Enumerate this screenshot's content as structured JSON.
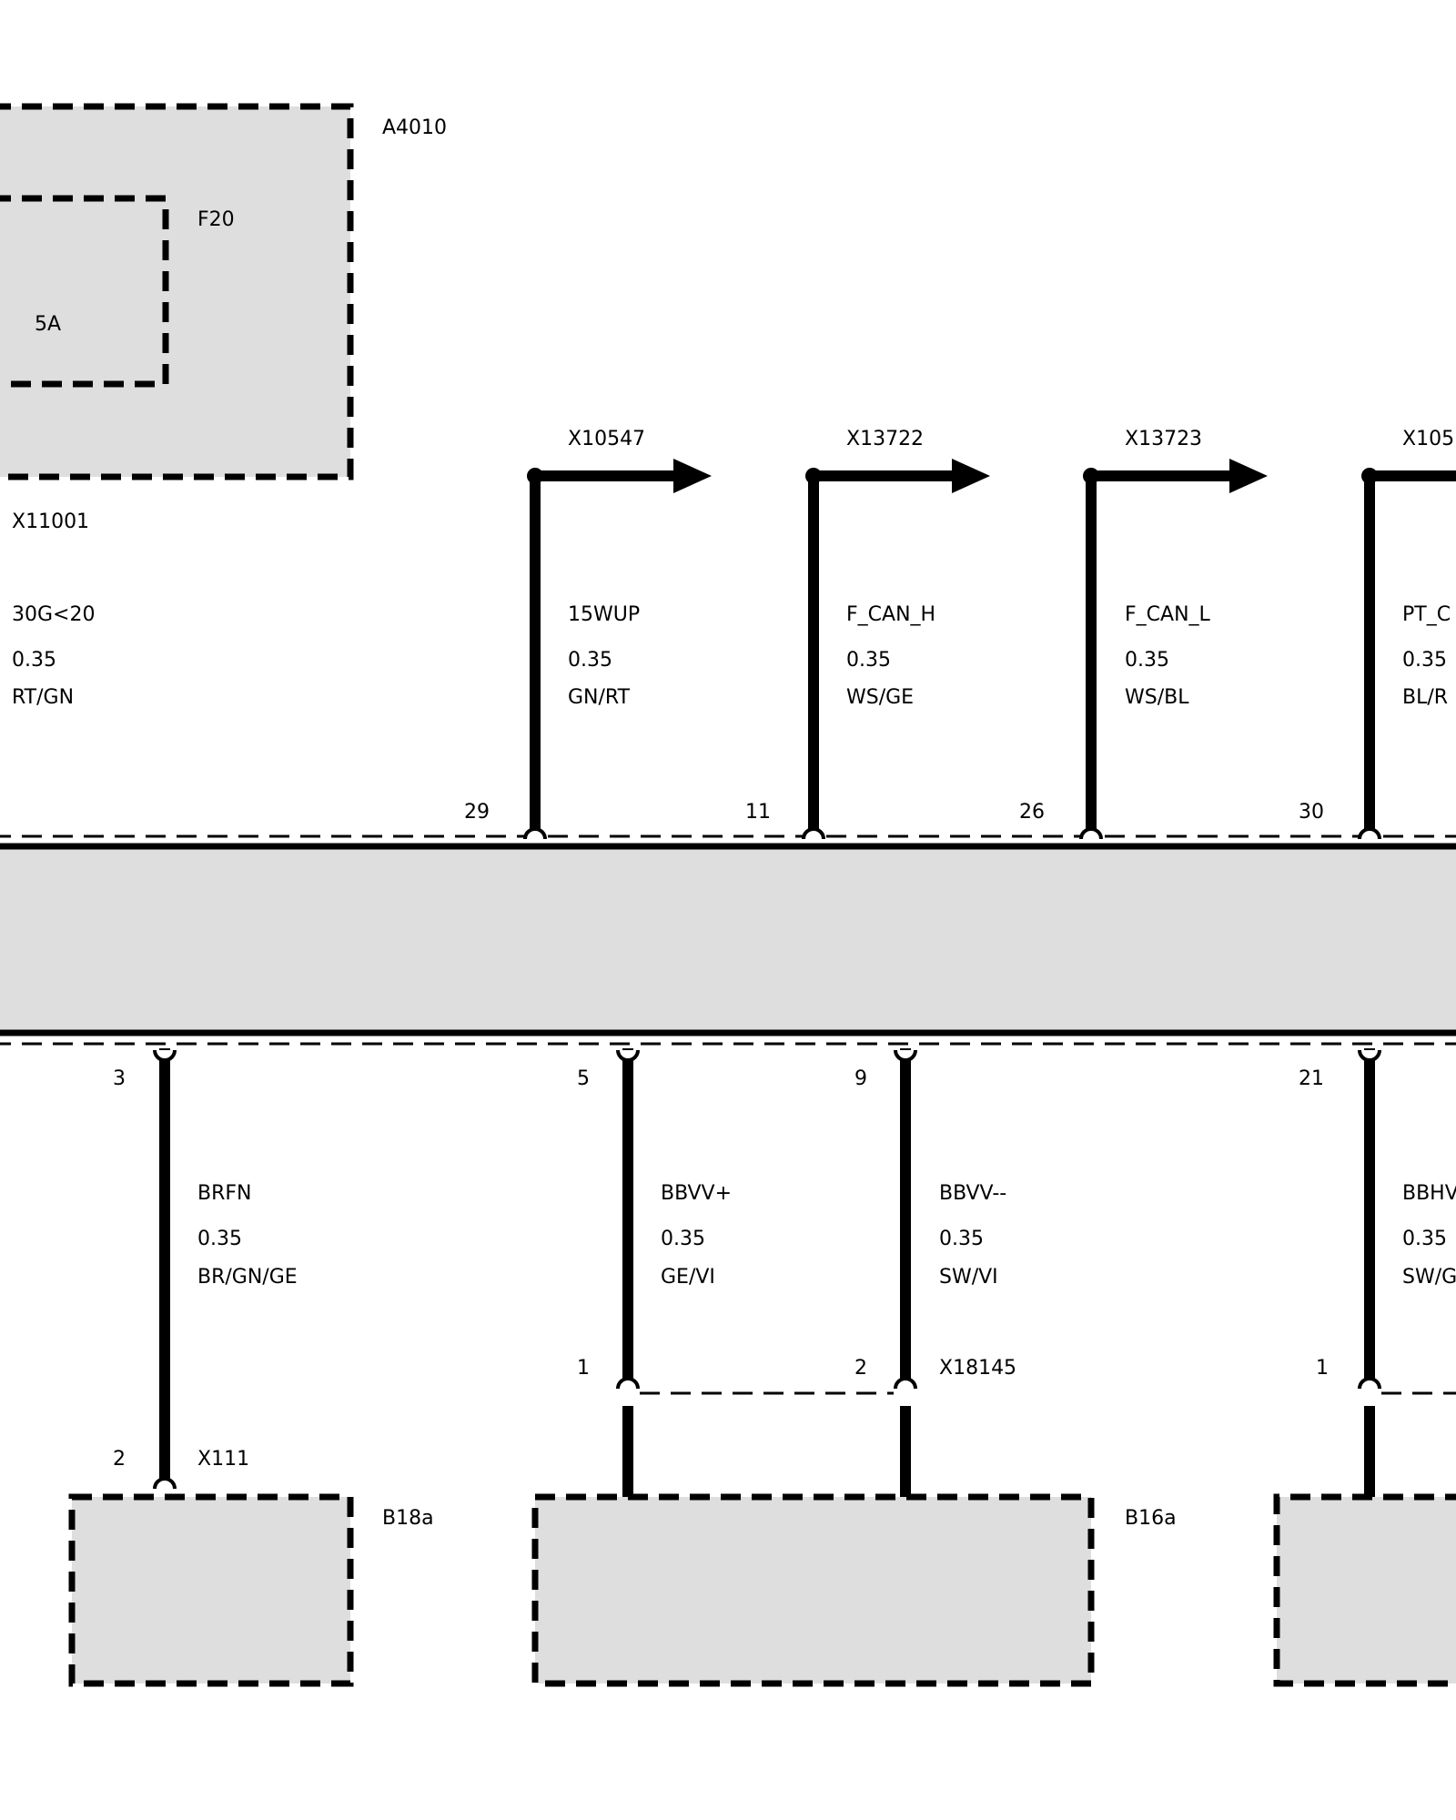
{
  "colors": {
    "line": "#000000",
    "box_fill": "#dedede",
    "background": "#ffffff"
  },
  "module": {
    "label": "A4010",
    "fuse": {
      "label": "F20",
      "rating": "5A"
    }
  },
  "top_wires": [
    {
      "id": "x11001",
      "connector": "X11001",
      "signal": "30G<20",
      "gauge": "0.35",
      "color_code": "RT/GN"
    },
    {
      "id": "x10547",
      "connector": "X10547",
      "signal": "15WUP",
      "gauge": "0.35",
      "color_code": "GN/RT",
      "pin": "29"
    },
    {
      "id": "x13722",
      "connector": "X13722",
      "signal": "F_CAN_H",
      "gauge": "0.35",
      "color_code": "WS/GE",
      "pin": "11"
    },
    {
      "id": "x13723",
      "connector": "X13723",
      "signal": "F_CAN_L",
      "gauge": "0.35",
      "color_code": "WS/BL",
      "pin": "26"
    },
    {
      "id": "x105",
      "connector": "X105",
      "signal": "PT_C",
      "gauge": "0.35",
      "color_code": "BL/R",
      "pin": "30"
    }
  ],
  "bottom_wires": [
    {
      "id": "brfn",
      "pin": "3",
      "signal": "BRFN",
      "gauge": "0.35",
      "color_code": "BR/GN/GE",
      "end_pin": "2",
      "end_connector": "X111"
    },
    {
      "id": "bbvv-plus",
      "pin": "5",
      "signal": "BBVV+",
      "gauge": "0.35",
      "color_code": "GE/VI",
      "end_pin": "1"
    },
    {
      "id": "bbvv-minus",
      "pin": "9",
      "signal": "BBVV--",
      "gauge": "0.35",
      "color_code": "SW/VI",
      "end_pin": "2",
      "end_connector": "X18145"
    },
    {
      "id": "bbhv",
      "pin": "21",
      "signal": "BBHV",
      "gauge": "0.35",
      "color_code": "SW/G",
      "end_pin": "1"
    }
  ],
  "components": {
    "b18a": "B18a",
    "b16a": "B16a"
  }
}
